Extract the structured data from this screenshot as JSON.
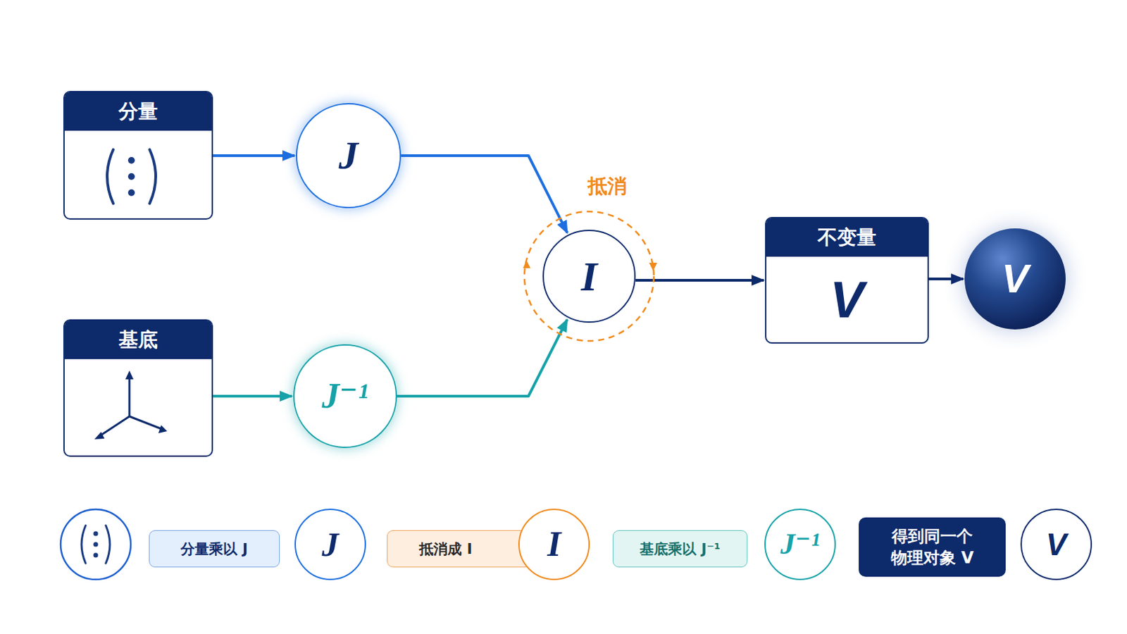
{
  "diagram": {
    "nodes": [
      {
        "text": [
          "分量"
        ]
      },
      {
        "text": [
          "J"
        ]
      },
      {
        "text": [
          "基底"
        ]
      },
      {
        "text": [
          "J⁻¹"
        ]
      },
      {
        "text": [
          "抵消",
          "I"
        ]
      },
      {
        "text": [
          "不变量",
          "V"
        ]
      },
      {
        "text": [
          "V"
        ]
      },
      {
        "text": [
          "分量乘以 J"
        ]
      },
      {
        "text": [
          "J"
        ]
      },
      {
        "text": [
          "抵消成 I"
        ]
      },
      {
        "text": [
          "I"
        ]
      },
      {
        "text": [
          "基底乘以 J⁻¹"
        ]
      },
      {
        "text": [
          "J⁻¹"
        ]
      },
      {
        "text": [
          "得到同一个 物理对象 V"
        ]
      },
      {
        "text": [
          "V"
        ]
      }
    ],
    "edges": [
      {
        "from": 0,
        "to": 1,
        "arrow": "to"
      },
      {
        "from": 1,
        "to": 4,
        "arrow": "to"
      },
      {
        "from": 2,
        "to": 3,
        "arrow": "to"
      },
      {
        "from": 3,
        "to": 4,
        "arrow": "to"
      },
      {
        "from": 4,
        "to": 5,
        "arrow": "to"
      },
      {
        "from": 5,
        "to": 6,
        "arrow": "to"
      }
    ]
  }
}
